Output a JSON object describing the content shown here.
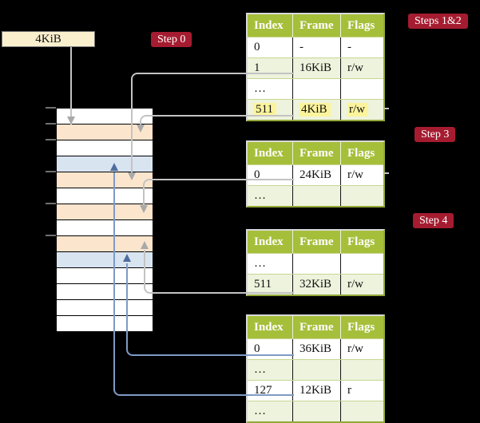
{
  "memory_box": {
    "label": "4KiB"
  },
  "badges": [
    {
      "label": "Step 0"
    },
    {
      "label": "Steps 1&2"
    },
    {
      "label": "Step 3"
    },
    {
      "label": "Step 4"
    }
  ],
  "stack": {
    "rows": [
      "white",
      "peach",
      "white",
      "blue",
      "peach",
      "white",
      "peach",
      "white",
      "peach",
      "blue",
      "white",
      "white",
      "white",
      "white"
    ]
  },
  "tables": [
    {
      "headers": [
        "Index",
        "Frame",
        "Flags"
      ],
      "rows": [
        {
          "shade": "white",
          "highlight": false,
          "cells": [
            "0",
            "-",
            "-"
          ]
        },
        {
          "shade": "green",
          "highlight": false,
          "cells": [
            "1",
            "16KiB",
            "r/w"
          ]
        },
        {
          "shade": "white",
          "highlight": false,
          "cells": [
            "…",
            "",
            ""
          ]
        },
        {
          "shade": "green",
          "highlight": true,
          "cells": [
            "511",
            "4KiB",
            "r/w"
          ]
        }
      ]
    },
    {
      "headers": [
        "Index",
        "Frame",
        "Flags"
      ],
      "rows": [
        {
          "shade": "white",
          "highlight": false,
          "cells": [
            "0",
            "24KiB",
            "r/w"
          ]
        },
        {
          "shade": "green",
          "highlight": false,
          "cells": [
            "…",
            "",
            ""
          ]
        }
      ]
    },
    {
      "headers": [
        "Index",
        "Frame",
        "Flags"
      ],
      "rows": [
        {
          "shade": "white",
          "highlight": false,
          "cells": [
            "…",
            "",
            ""
          ]
        },
        {
          "shade": "green",
          "highlight": false,
          "cells": [
            "511",
            "32KiB",
            "r/w"
          ]
        }
      ]
    },
    {
      "headers": [
        "Index",
        "Frame",
        "Flags"
      ],
      "rows": [
        {
          "shade": "white",
          "highlight": false,
          "cells": [
            "0",
            "36KiB",
            "r/w"
          ]
        },
        {
          "shade": "green",
          "highlight": false,
          "cells": [
            "…",
            "",
            ""
          ]
        },
        {
          "shade": "white",
          "highlight": false,
          "cells": [
            "127",
            "12KiB",
            "r"
          ]
        },
        {
          "shade": "green",
          "highlight": false,
          "cells": [
            "…",
            "",
            ""
          ]
        }
      ]
    }
  ],
  "colors": {
    "badge_red": "#a51c30",
    "table_header_green": "#a6bf3b",
    "table_row_green": "#edf3dc",
    "memory_peach": "#fce5cd",
    "memory_blue": "#d9e4f1",
    "memory_cream": "#faf0ce",
    "highlight_yellow": "#fcf49c",
    "gray_arrow": "#c3c3c3",
    "blue_arrow": "#7e9ac7"
  }
}
